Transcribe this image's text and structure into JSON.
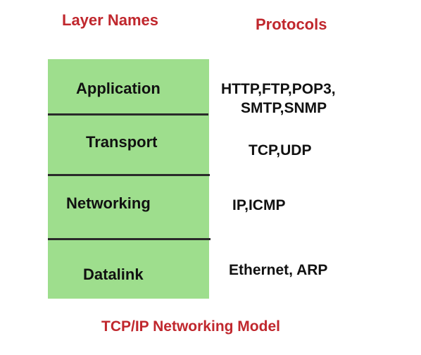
{
  "headings": {
    "layer_names": "Layer Names",
    "protocols": "Protocols"
  },
  "layers": [
    {
      "name": "Application",
      "protocols": [
        "HTTP,FTP,POP3,",
        "SMTP,SNMP"
      ]
    },
    {
      "name": "Transport",
      "protocols": [
        "TCP,UDP"
      ]
    },
    {
      "name": "Networking",
      "protocols": [
        "IP,ICMP"
      ]
    },
    {
      "name": "Datalink",
      "protocols": [
        "Ethernet, ARP"
      ]
    }
  ],
  "caption": "TCP/IP Networking Model",
  "colors": {
    "heading": "#c0272d",
    "layer_fill": "#9ede8d",
    "divider": "#2a2a2a",
    "text": "#111111"
  }
}
